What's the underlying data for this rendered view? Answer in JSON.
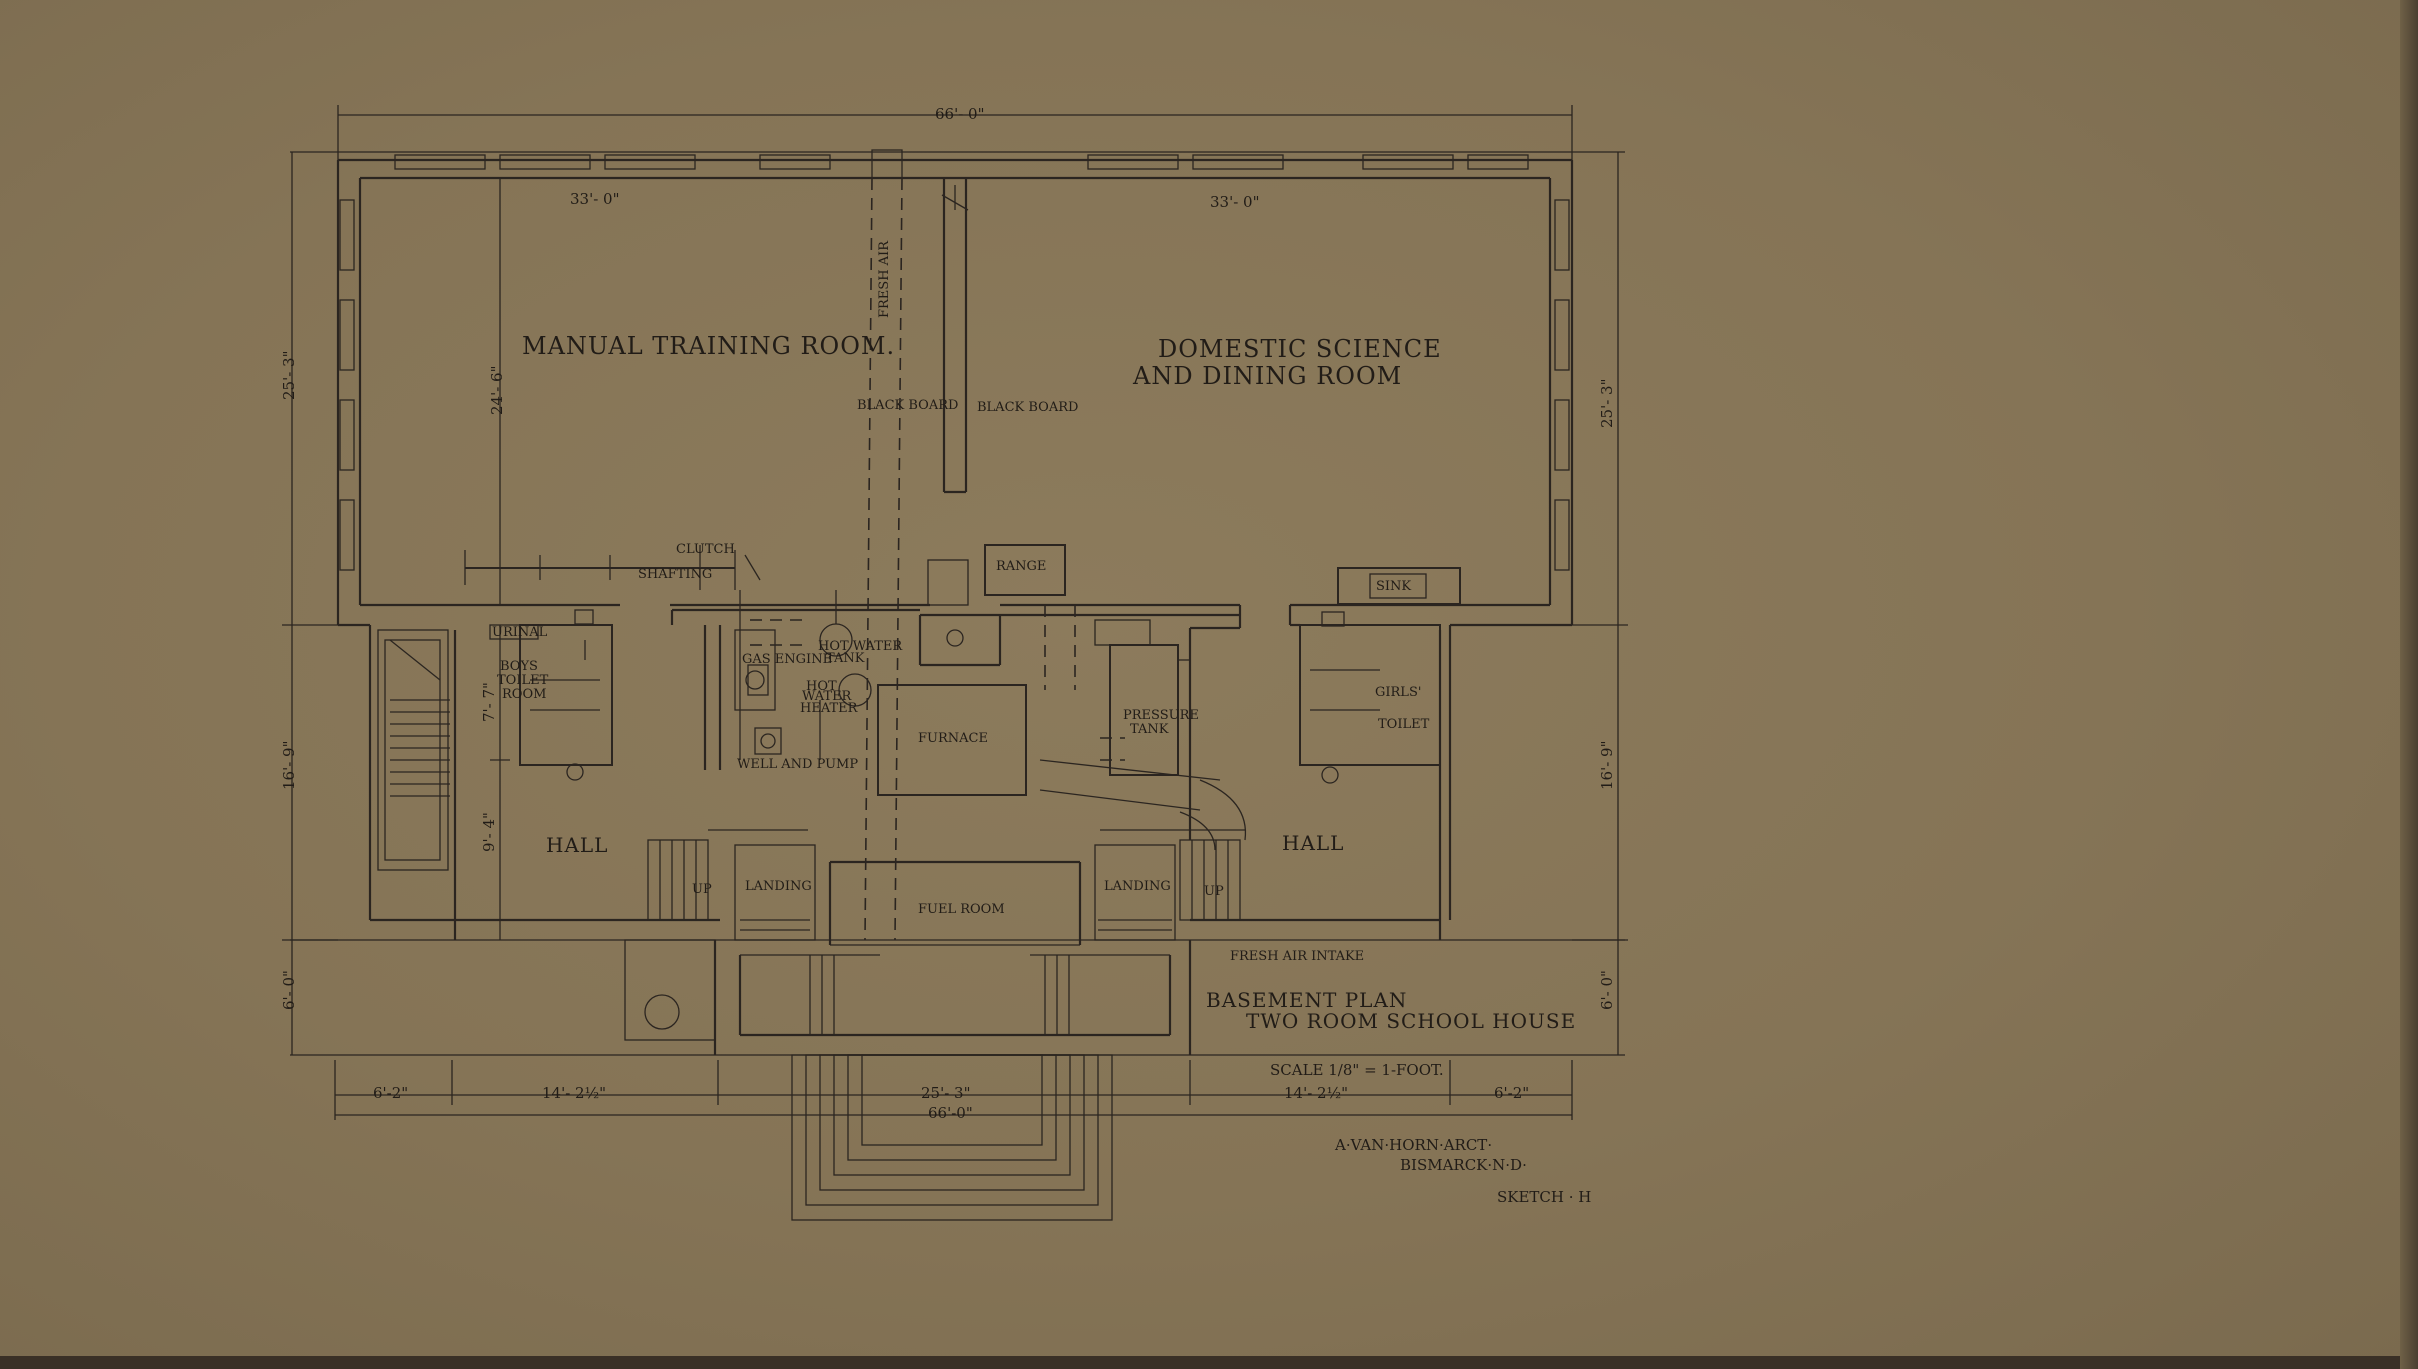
{
  "plan": {
    "title": "BASEMENT PLAN",
    "subtitle": "TWO ROOM SCHOOL HOUSE",
    "scale": "SCALE 1/8\" = 1-FOOT.",
    "architect": "A·VAN·HORN·ARCT·",
    "location": "BISMARCK·N·D·",
    "sketch": "SKETCH · H"
  },
  "rooms": {
    "manual_training": "MANUAL TRAINING ROOM.",
    "domestic_science_1": "DOMESTIC SCIENCE",
    "domestic_science_2": "AND DINING ROOM",
    "hall_left": "HALL",
    "hall_right": "HALL",
    "fuel_room": "FUEL ROOM",
    "landing_left": "LANDING",
    "landing_right": "LANDING",
    "boys_toilet_1": "BOYS",
    "boys_toilet_2": "TOILET",
    "boys_toilet_3": "ROOM",
    "girls_toilet_1": "GIRLS'",
    "girls_toilet_2": "TOILET"
  },
  "fixtures": {
    "range": "RANGE",
    "sink": "SINK",
    "furnace": "FURNACE",
    "pressure_tank_1": "PRESSURE",
    "pressure_tank_2": "TANK",
    "gas_engine": "GAS ENGINE",
    "hot_water_tank_1": "HOT WATER",
    "hot_water_tank_2": "TANK",
    "hot_water_heater_1": "HOT",
    "hot_water_heater_2": "WATER",
    "hot_water_heater_3": "HEATER",
    "well_and_pump": "WELL AND PUMP",
    "clutch": "CLUTCH",
    "shafting": "SHAFTING",
    "urinal": "URINAL",
    "blackboard_left": "BLACK BOARD",
    "blackboard_right": "BLACK BOARD",
    "fresh_air": "FRESH AIR",
    "fresh_air_intake": "FRESH AIR INTAKE",
    "up_left": "UP",
    "up_right": "UP"
  },
  "dimensions": {
    "overall_width_top": "66'- 0\"",
    "room_width_left": "33'- 0\"",
    "room_width_right": "33'- 0\"",
    "left_height_top": "25'- 3\"",
    "left_inner_height": "24'- 6\"",
    "right_height_top": "25'- 3\"",
    "left_mid": "16'- 9\"",
    "right_mid": "16'- 9\"",
    "toilet_height": "7'- 7\"",
    "hall_height": "9'- 4\"",
    "left_bottom": "6'- 0\"",
    "right_bottom": "6'- 0\"",
    "bottom_1": "6'-2\"",
    "bottom_2": "14'- 2½\"",
    "bottom_3": "25'- 3\"",
    "bottom_4": "14'- 2½\"",
    "bottom_5": "6'-2\"",
    "overall_width_bottom": "66'-0\""
  },
  "colors": {
    "paper": "#857456",
    "ink": "#2b2520"
  }
}
